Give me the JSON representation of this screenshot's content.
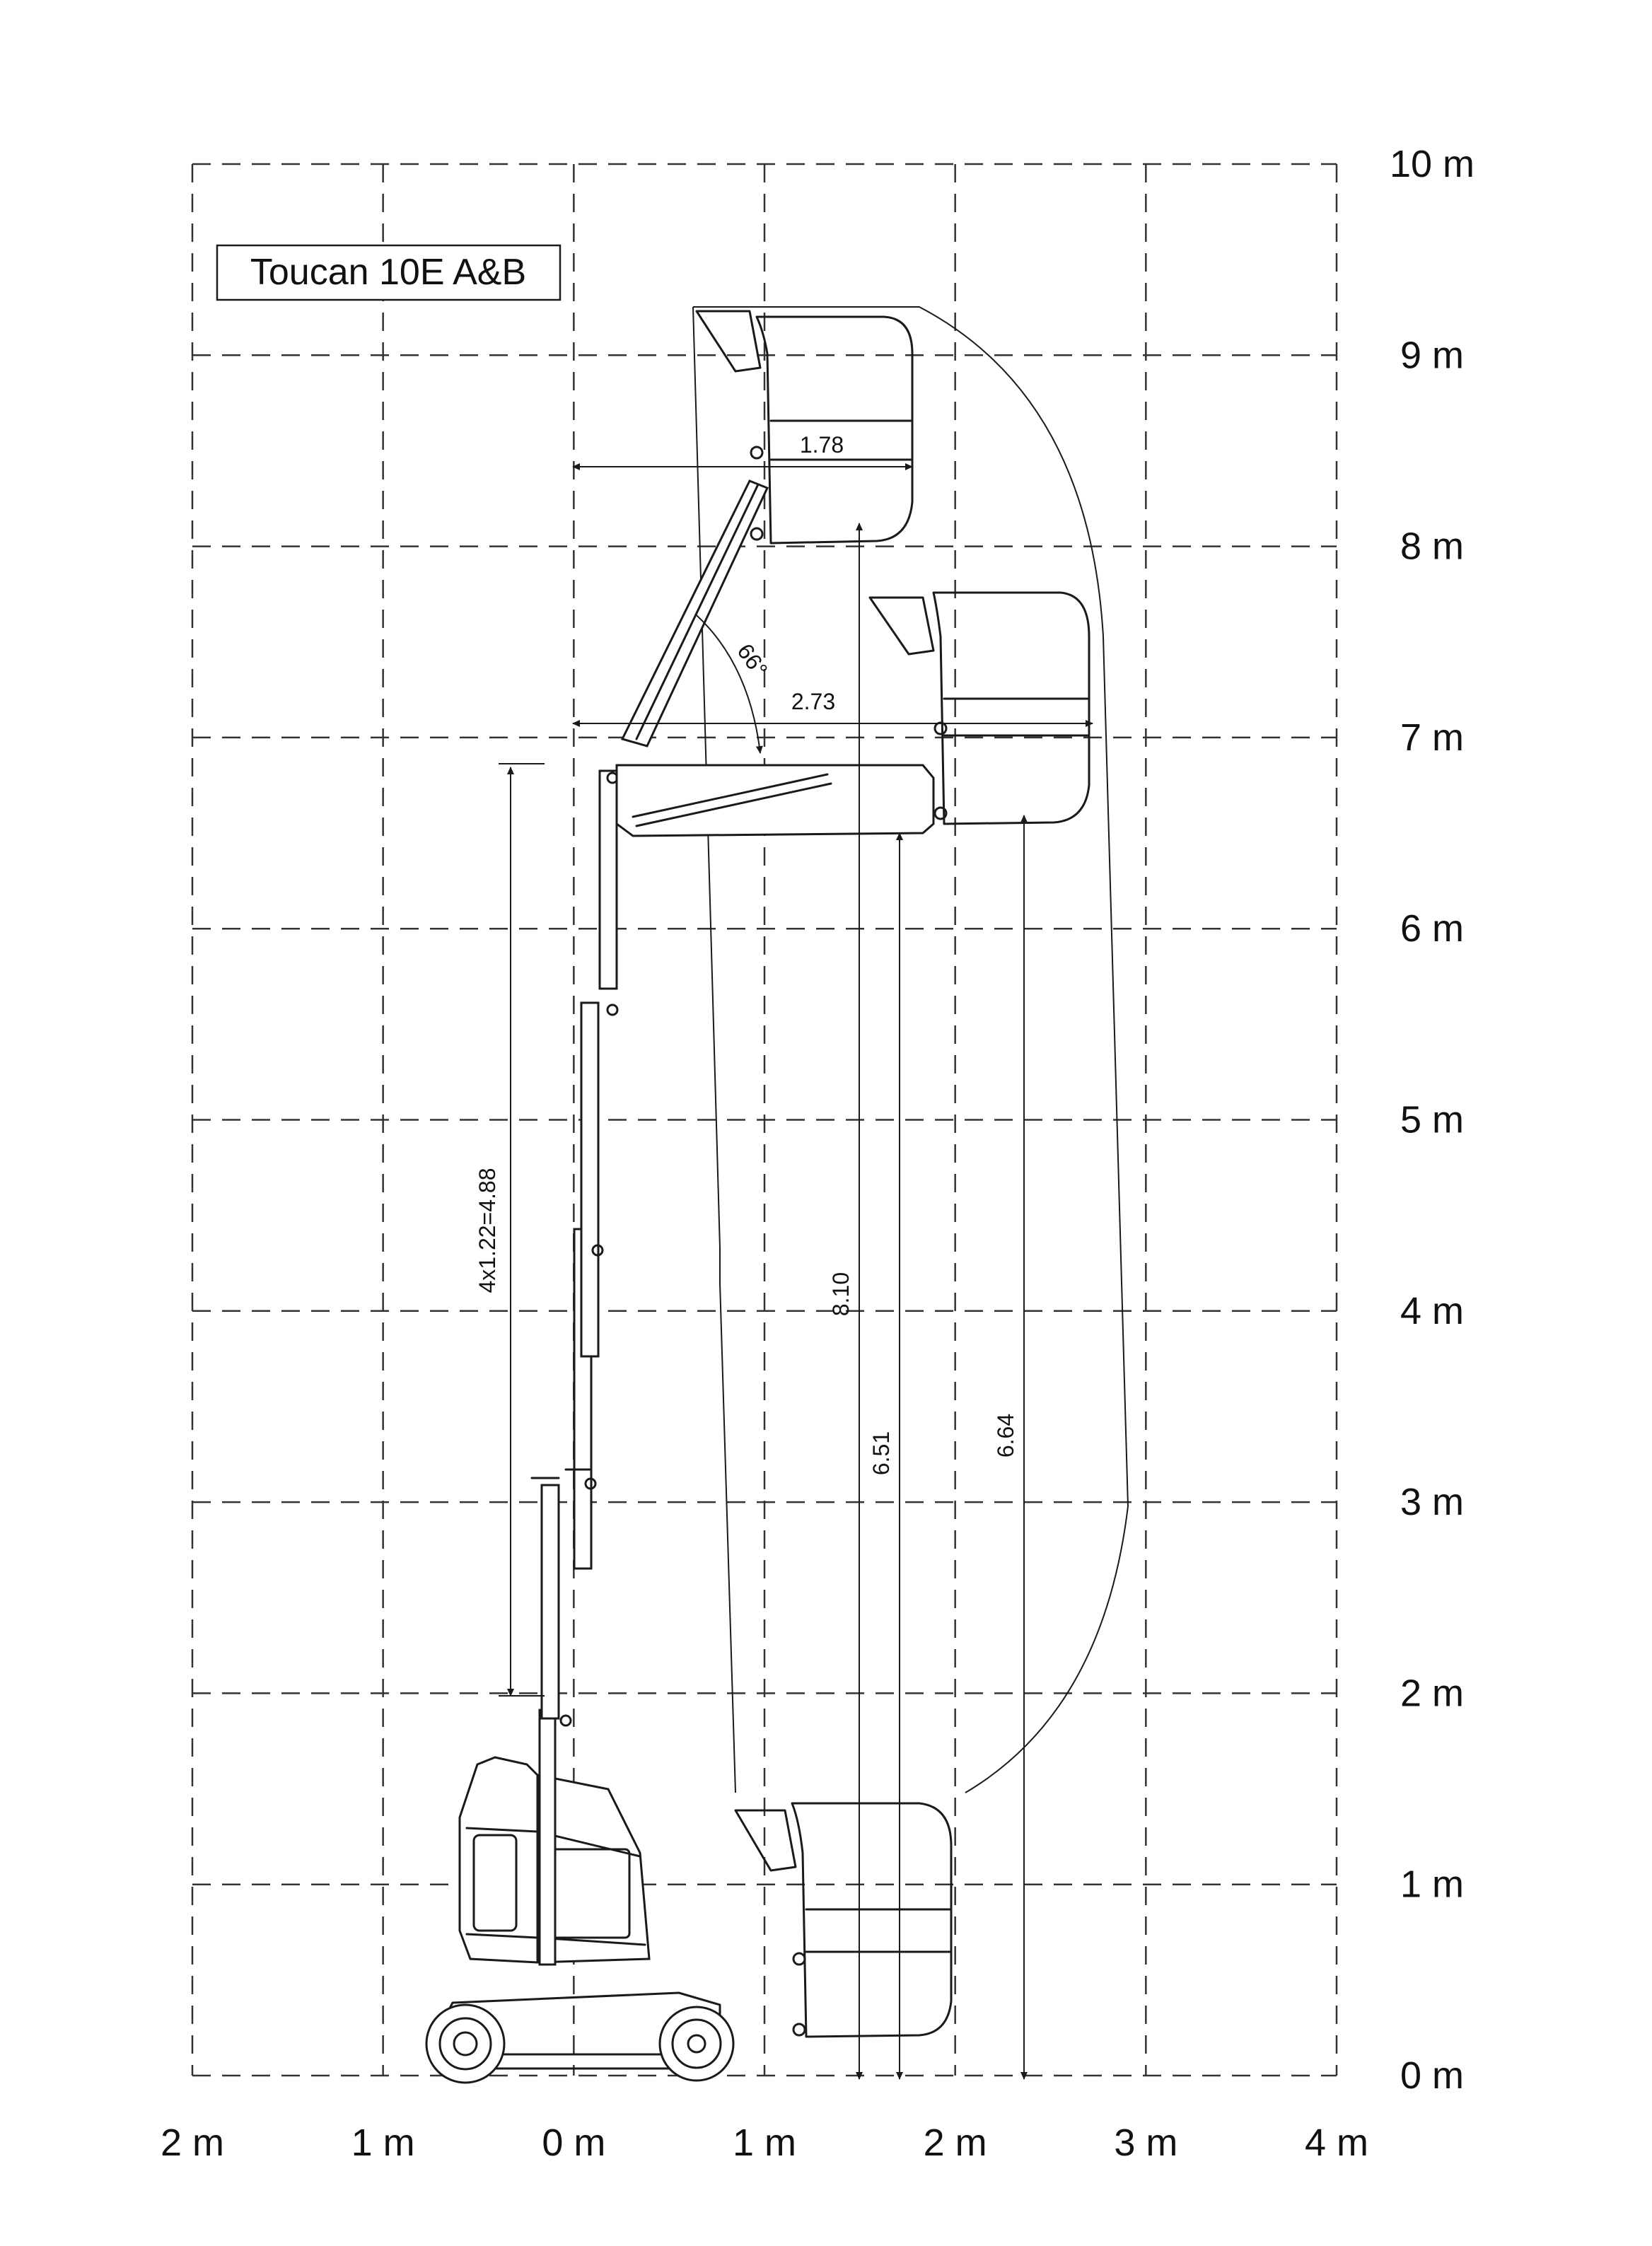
{
  "title": "Toucan 10E A&B",
  "axes": {
    "x_ticks": [
      "2 m",
      "1 m",
      "0 m",
      "1 m",
      "2 m",
      "3 m",
      "4 m"
    ],
    "y_ticks": [
      "0 m",
      "1 m",
      "2 m",
      "3 m",
      "4 m",
      "5 m",
      "6 m",
      "7 m",
      "8 m",
      "9 m",
      "10 m"
    ]
  },
  "dimensions": {
    "outreach_upper": "1.78",
    "outreach_max": "2.73",
    "jib_angle": "66°",
    "mast_sections": "4x1.22=4.88",
    "working_height": "8.10",
    "platform_height_a": "6.51",
    "platform_height_b": "6.64"
  }
}
